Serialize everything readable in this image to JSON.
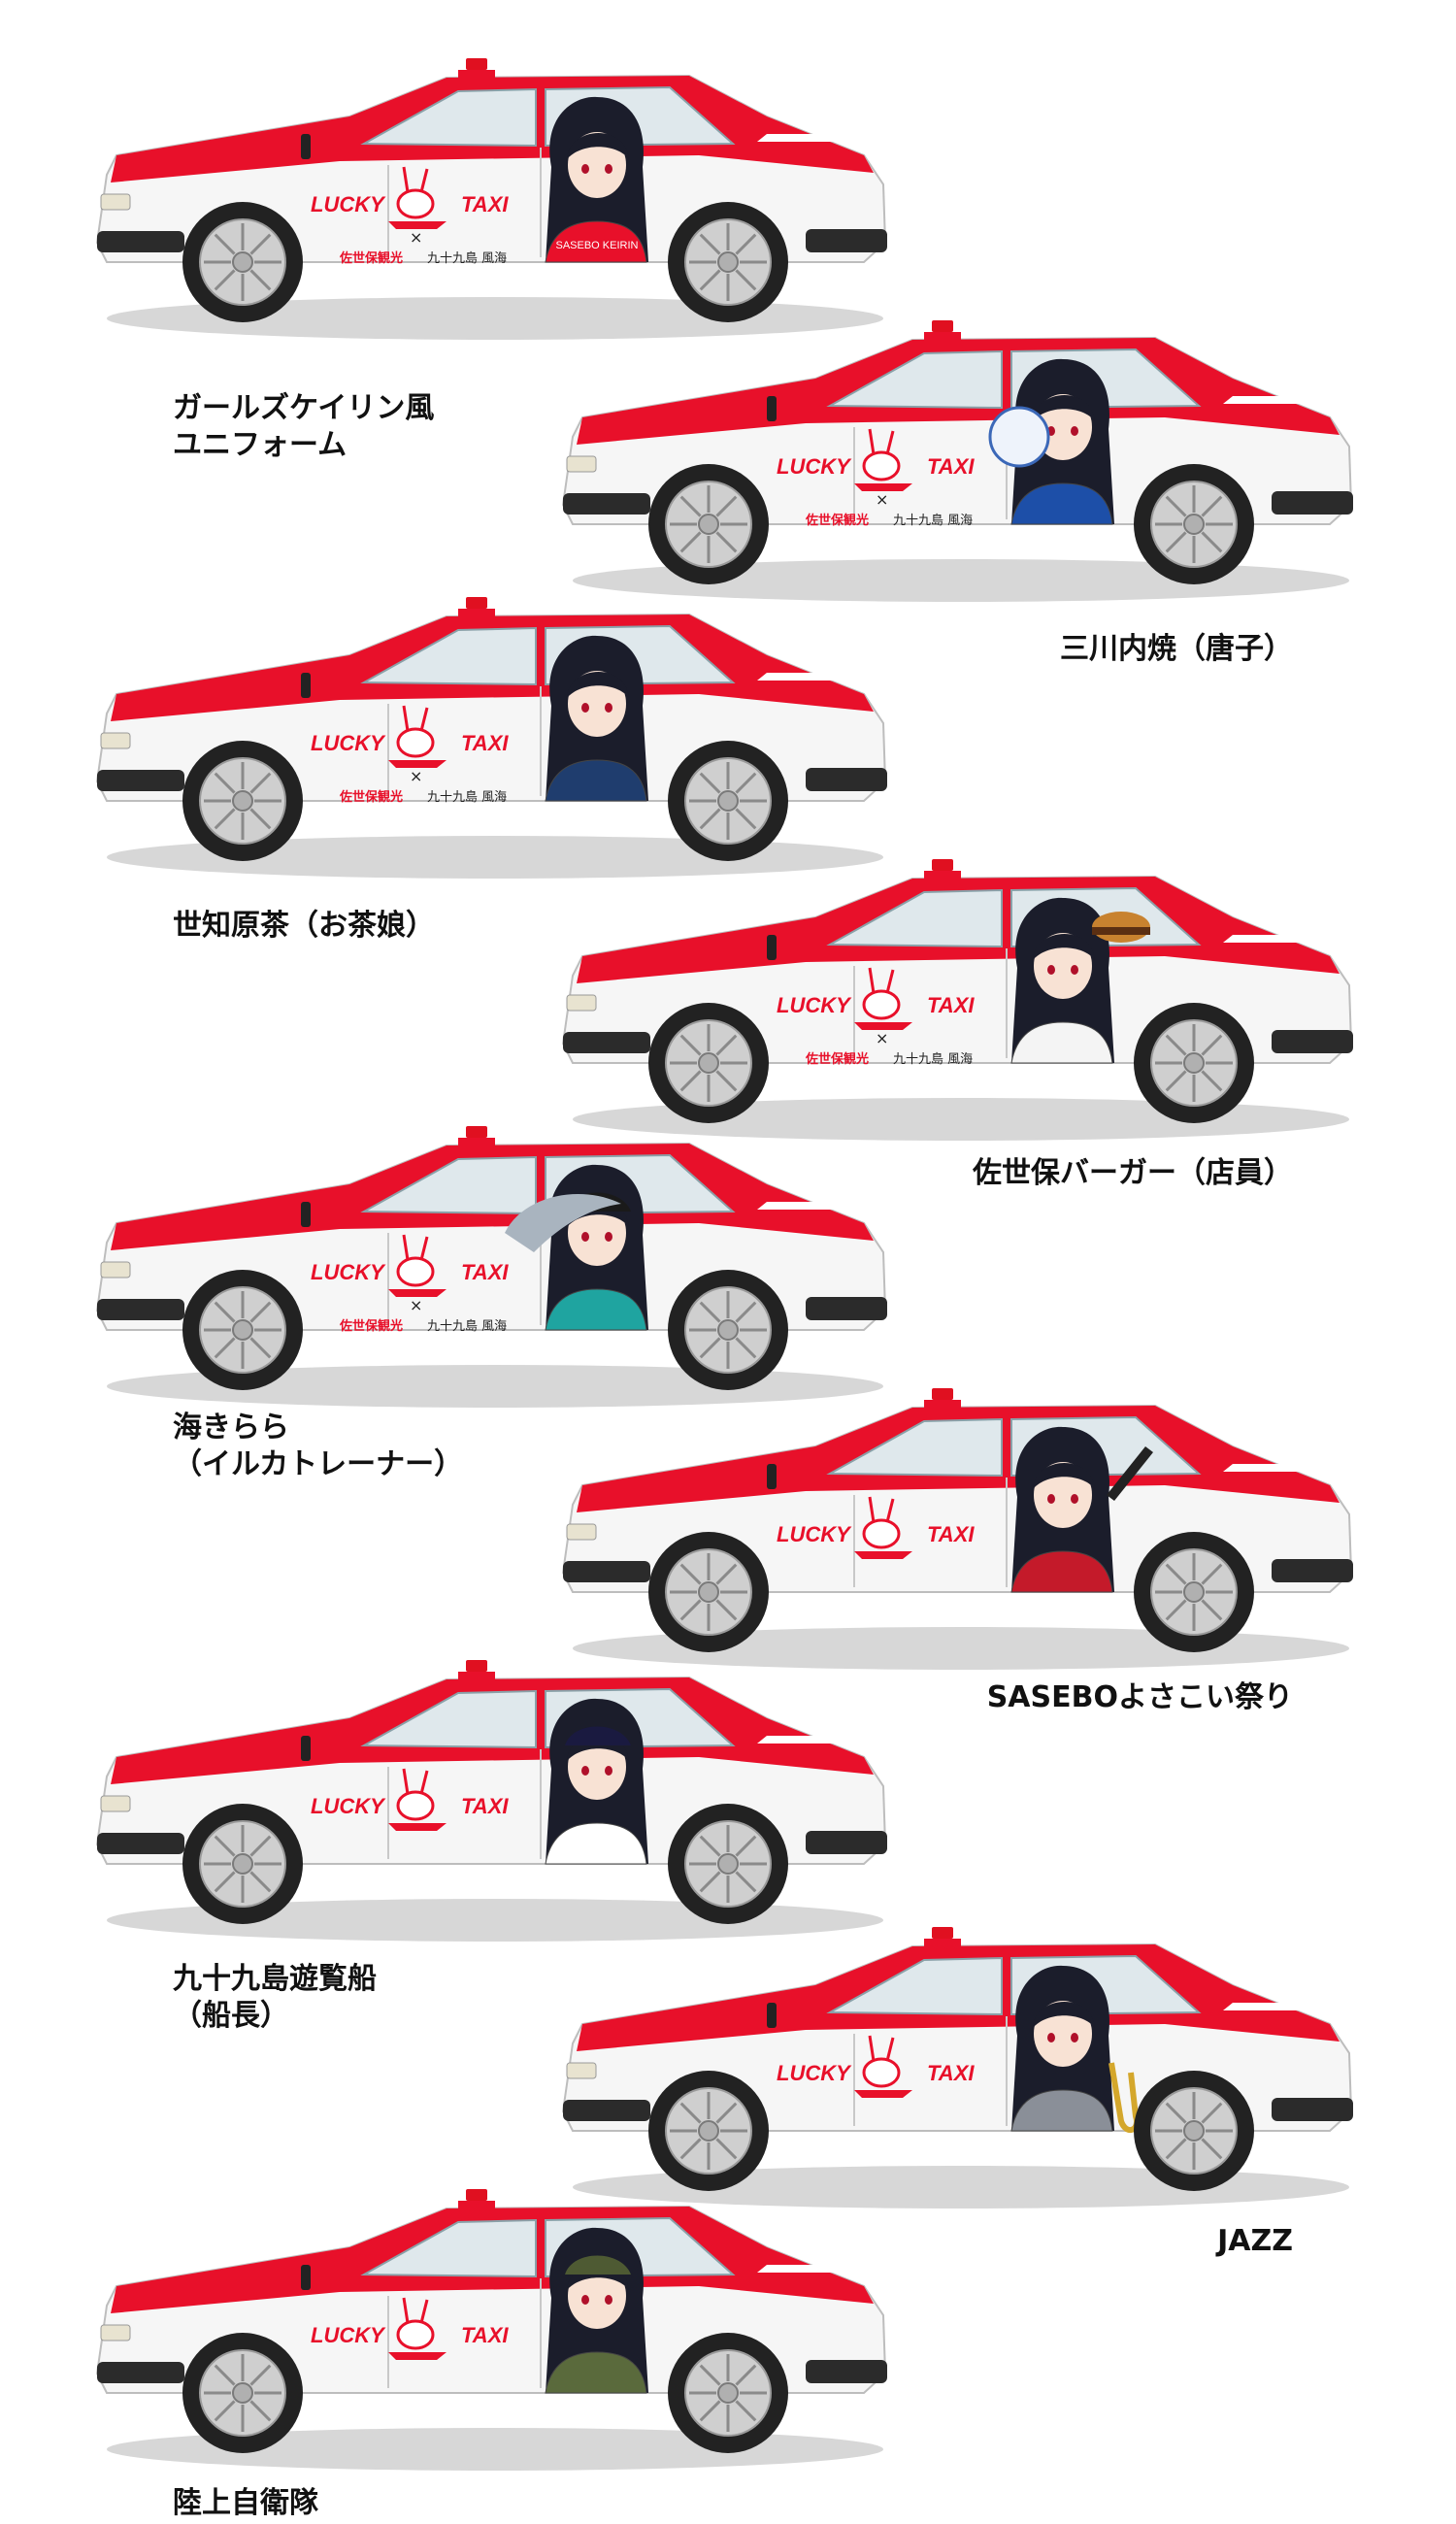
{
  "branding": {
    "lucky": "LUCKY",
    "taxi": "TAXI",
    "cross": "×",
    "partner_left": "佐世保観光",
    "partner_right": "九十九島 風海",
    "character_name": "",
    "colors": {
      "body_red": "#e8102a",
      "body_white": "#f6f6f6",
      "tire": "#222222",
      "hubcap": "#cfcfcf",
      "shadow": "#d7d7d7"
    }
  },
  "cars": [
    {
      "caption": "ガールズケイリン風\nユニフォーム",
      "side": "left",
      "show_partner": true,
      "costume": "kerin",
      "costume_text": "SASEBO KEIRIN"
    },
    {
      "caption": "三川内焼（唐子）",
      "side": "right",
      "show_partner": true,
      "costume": "porcelain",
      "costume_text": ""
    },
    {
      "caption": "世知原茶（お茶娘）",
      "side": "left",
      "show_partner": true,
      "costume": "tea",
      "costume_text": ""
    },
    {
      "caption": "佐世保バーガー（店員）",
      "side": "right",
      "show_partner": true,
      "costume": "burger",
      "costume_text": ""
    },
    {
      "caption": "海きらら\n（イルカトレーナー）",
      "side": "left",
      "show_partner": true,
      "costume": "dolphin",
      "costume_text": ""
    },
    {
      "caption": "SASEBOよさこい祭り",
      "side": "right",
      "show_partner": false,
      "costume": "yosakoi",
      "costume_text": ""
    },
    {
      "caption": "九十九島遊覧船\n（船長）",
      "side": "left",
      "show_partner": false,
      "costume": "captain",
      "costume_text": ""
    },
    {
      "caption": "JAZZ",
      "side": "right",
      "show_partner": false,
      "costume": "jazz",
      "costume_text": ""
    },
    {
      "caption": "陸上自衛隊",
      "side": "left",
      "show_partner": false,
      "costume": "army",
      "costume_text": ""
    }
  ]
}
